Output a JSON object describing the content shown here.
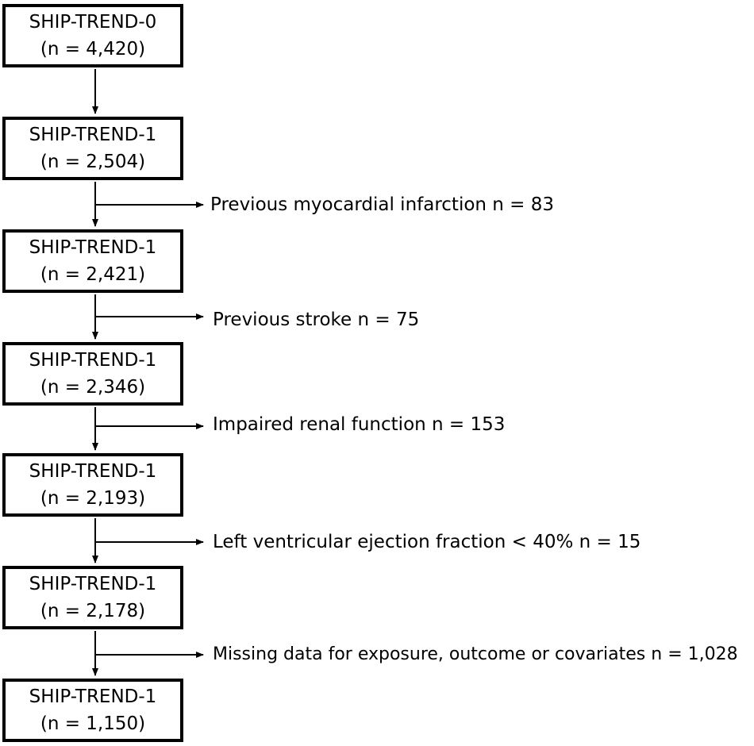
{
  "boxes": [
    {
      "title": "SHIP-TREND-0",
      "count": "(n = 4,420)"
    },
    {
      "title": "SHIP-TREND-1",
      "count": "(n = 2,504)"
    },
    {
      "title": "SHIP-TREND-1",
      "count": "(n = 2,421)"
    },
    {
      "title": "SHIP-TREND-1",
      "count": "(n = 2,346)"
    },
    {
      "title": "SHIP-TREND-1",
      "count": "(n = 2,193)"
    },
    {
      "title": "SHIP-TREND-1",
      "count": "(n = 2,178)"
    },
    {
      "title": "SHIP-TREND-1",
      "count": "(n = 1,150)"
    }
  ],
  "exclusions": [
    "Previous myocardial infarction n = 83",
    "Previous stroke n = 75",
    "Impaired renal function n = 153",
    "Left ventricular ejection fraction < 40% n = 15",
    "Missing data for exposure, outcome or covariates n = 1,028"
  ]
}
